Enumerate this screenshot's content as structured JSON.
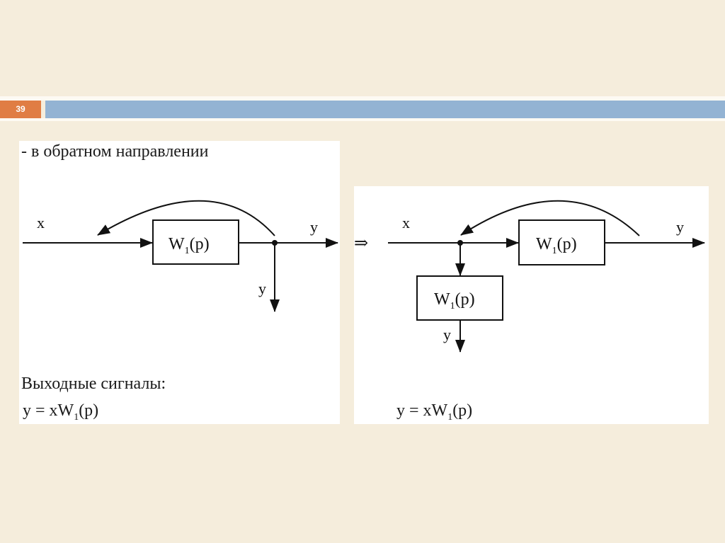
{
  "slide": {
    "number": "39",
    "colors": {
      "background": "#f5eddc",
      "number_box": "#e07d44",
      "title_bar": "#93b3d3",
      "panel": "#ffffff",
      "ink": "#111111"
    }
  },
  "left_panel": {
    "heading": "- в обратном направлении",
    "input_label": "x",
    "output_label_right": "y",
    "output_label_down": "y",
    "block": {
      "name": "W",
      "subscript": "1",
      "arg": "(p)"
    },
    "outputs_caption": "Выходные сигналы:",
    "formula": {
      "lhs": "y = xW",
      "subscript": "1",
      "rhs": "(p)"
    }
  },
  "transform_symbol": "⇒",
  "right_panel": {
    "input_label": "x",
    "output_label_right": "y",
    "output_label_down": "y",
    "block_main": {
      "name": "W",
      "subscript": "1",
      "arg": "(p)"
    },
    "block_branch": {
      "name": "W",
      "subscript": "1",
      "arg": "(p)"
    },
    "formula": {
      "lhs": "y = xW",
      "subscript": "1",
      "rhs": "(p)"
    }
  }
}
